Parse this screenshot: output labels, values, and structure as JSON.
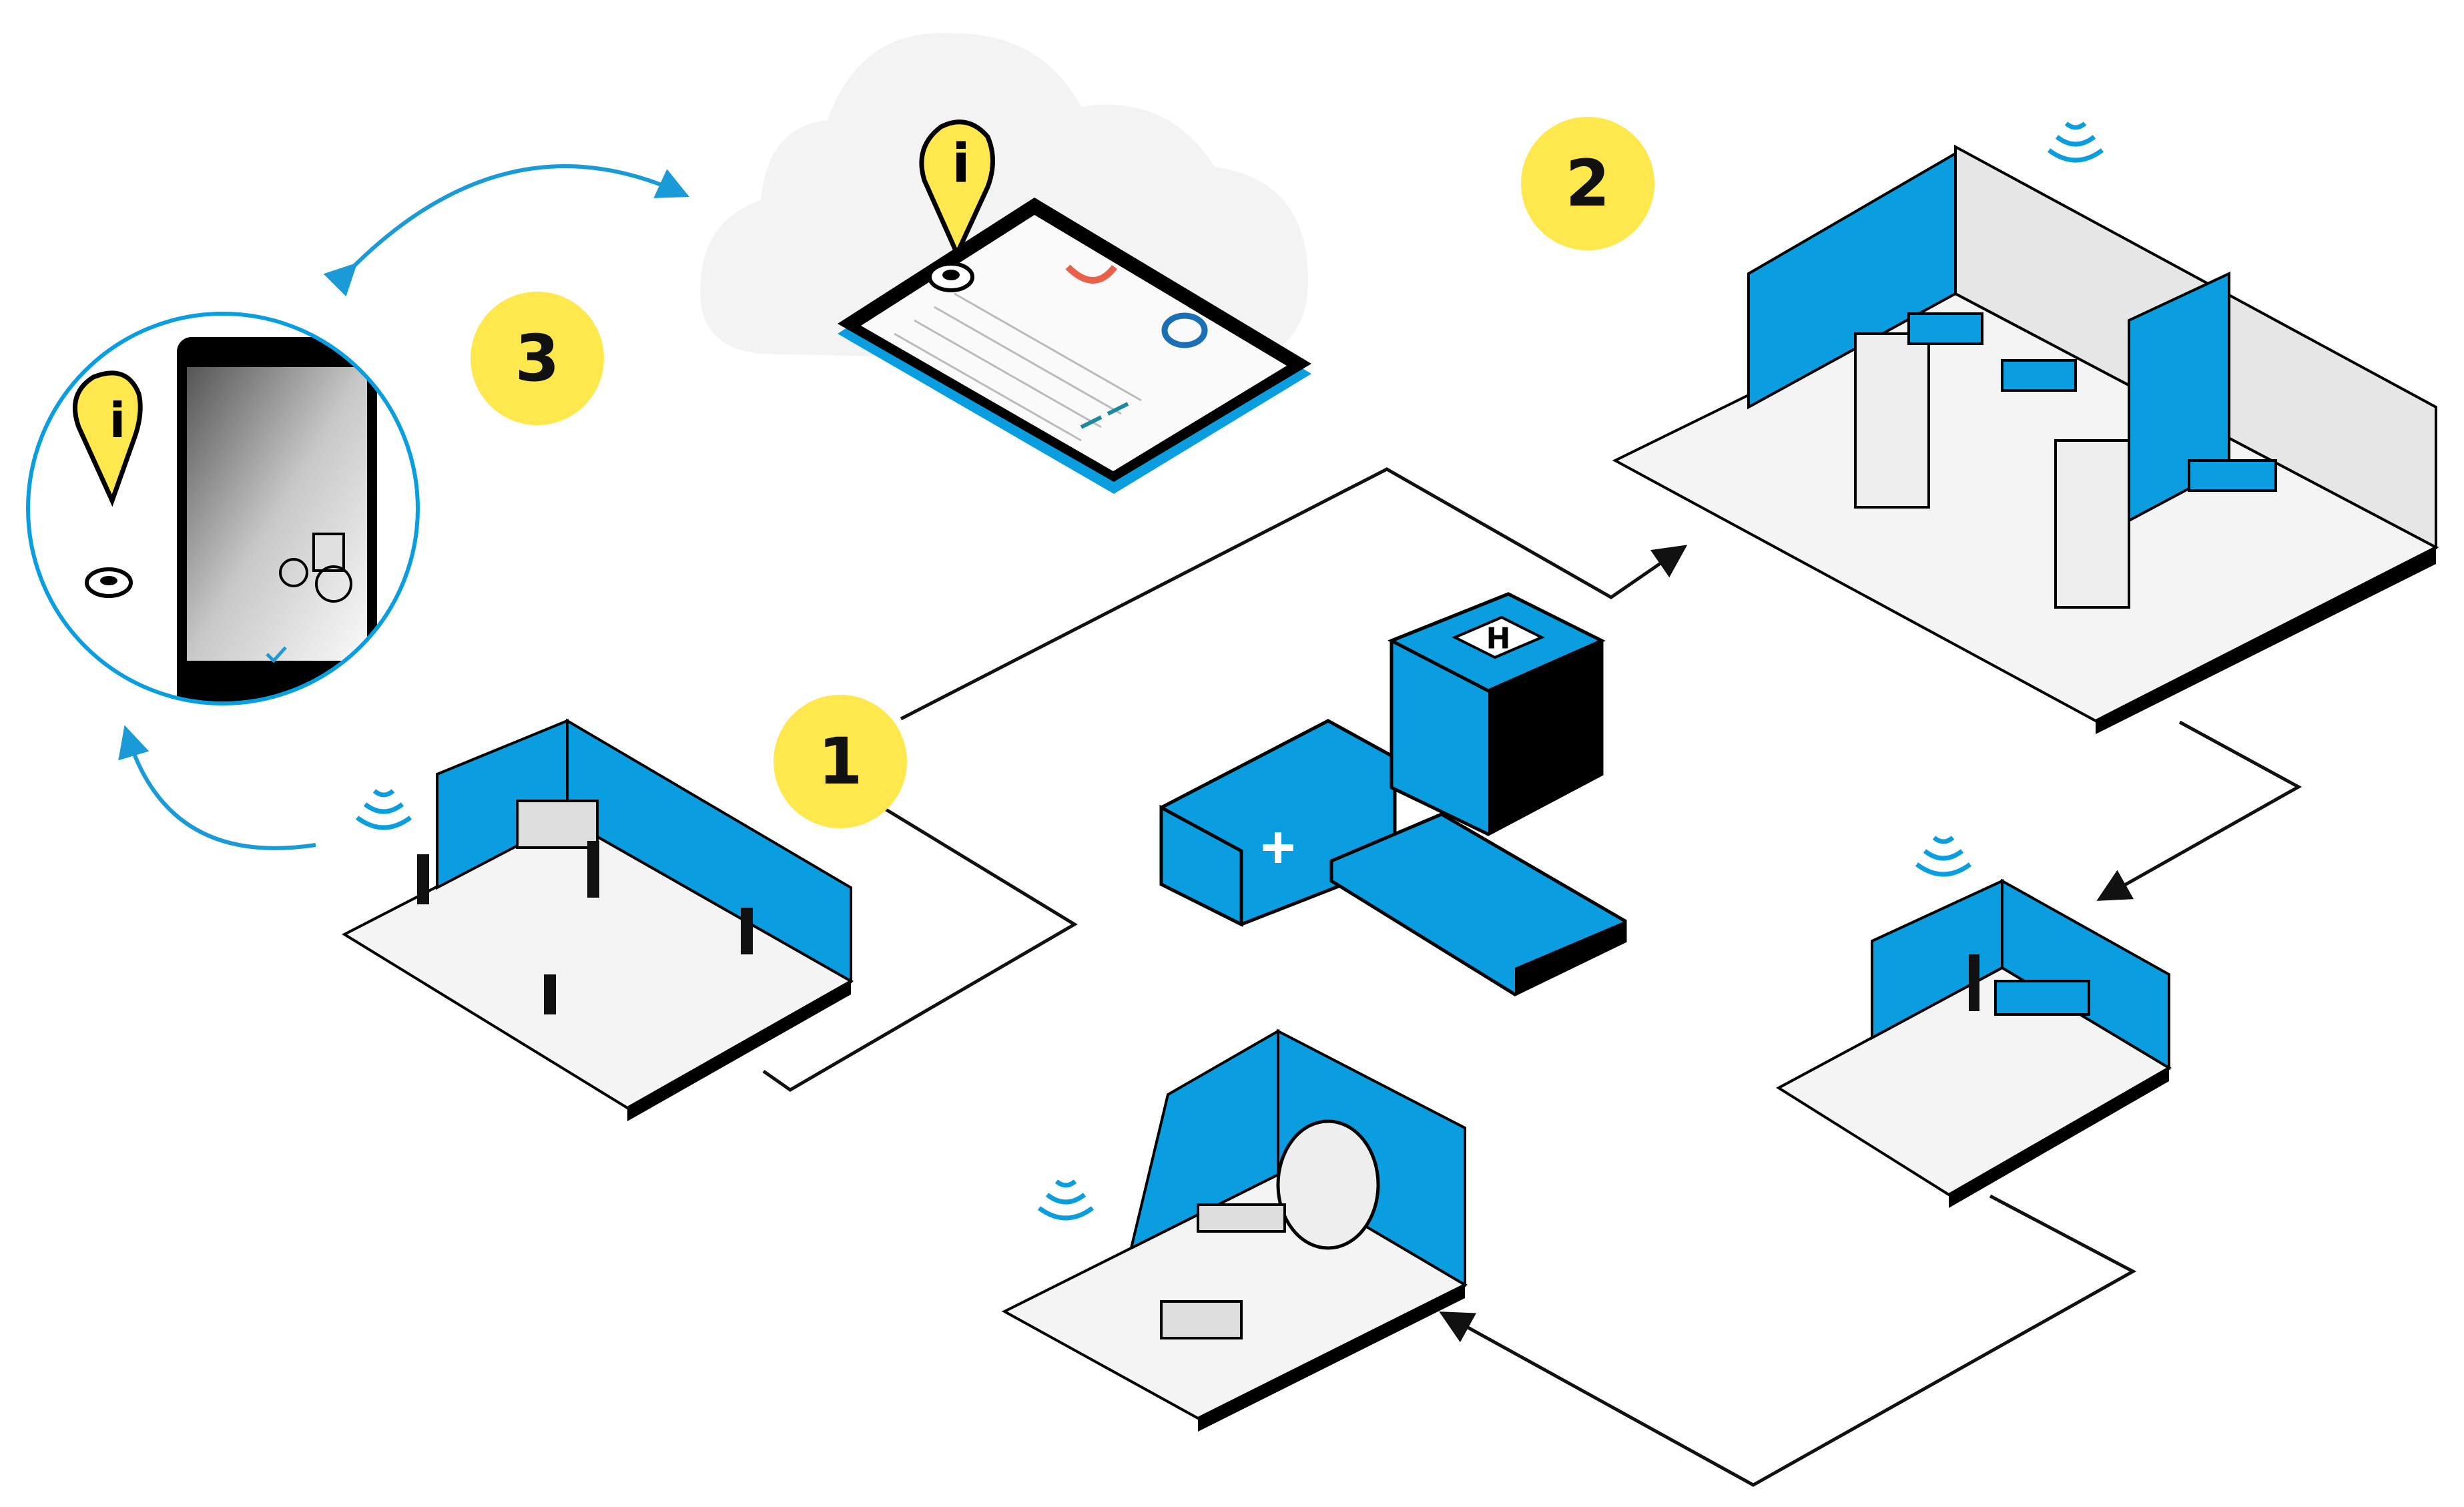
{
  "steps": [
    {
      "number": "1"
    },
    {
      "number": "2"
    },
    {
      "number": "3"
    }
  ],
  "pins": {
    "glyph": "i"
  },
  "hospital": {
    "helipad_letter": "H"
  },
  "colors": {
    "accent_blue": "#0a9ee0",
    "badge_yellow": "#ffe84d",
    "line": "#111111",
    "cloud": "#f3f3f3",
    "floor": "#f4f4f4"
  }
}
